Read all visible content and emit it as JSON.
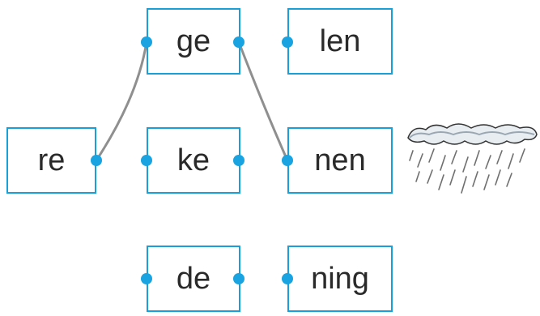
{
  "syllables": {
    "ge": "ge",
    "len": "len",
    "re": "re",
    "ke": "ke",
    "nen": "nen",
    "de": "de",
    "ning": "ning"
  },
  "connections": [
    {
      "from": "re",
      "to": "ge"
    },
    {
      "from": "ge",
      "to": "nen"
    }
  ],
  "colors": {
    "box_border": "#1aa0d8",
    "dot": "#19a3e0",
    "line": "#8f8f8f"
  },
  "picture": {
    "icon": "rain-cloud-icon"
  }
}
